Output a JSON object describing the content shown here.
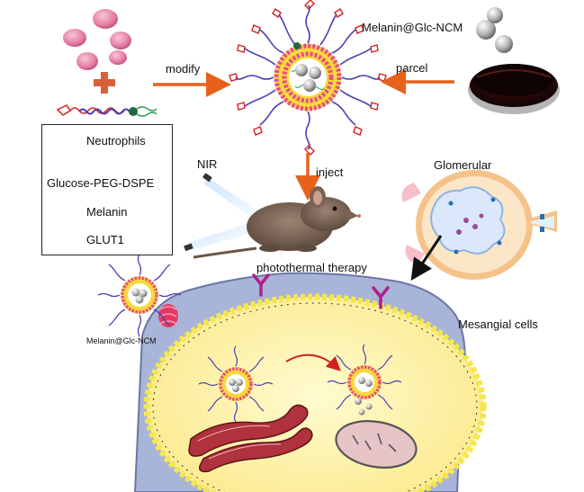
{
  "labels": {
    "product_top": "Melanin@Glc-NCM",
    "modify": "modify",
    "parcel": "parcel",
    "inject": "inject",
    "nir": "NIR",
    "glomerular": "Glomerular",
    "photothermal": "photothermal therapy",
    "mesangial": "Mesangial cells",
    "product_side": "Melanin@Glc-NCM"
  },
  "legend": [
    {
      "icon": "neutrophil-icon",
      "label": "Neutrophils"
    },
    {
      "icon": "glucose-peg-dspe-icon",
      "label": "Glucose-PEG-DSPE"
    },
    {
      "icon": "melanin-dish-icon",
      "label": "Melanin"
    },
    {
      "icon": "glut1-receptor-icon",
      "label": "GLUT1"
    }
  ],
  "colors": {
    "arrow": "#e8611a",
    "neutrophil": "#e77fa5",
    "peg_chain": "#4b3fb0",
    "dspe_tail": "#2a9a5a",
    "glut1": "#b01e8a",
    "cell_membrane": "#a8b4d8",
    "cytoplasm": "#fff4a8",
    "membrane_bead": "#f5e64a",
    "nanoparticle_ring": "#e94b8c",
    "er": "#b0323c",
    "mito": "#e6c4c8"
  }
}
